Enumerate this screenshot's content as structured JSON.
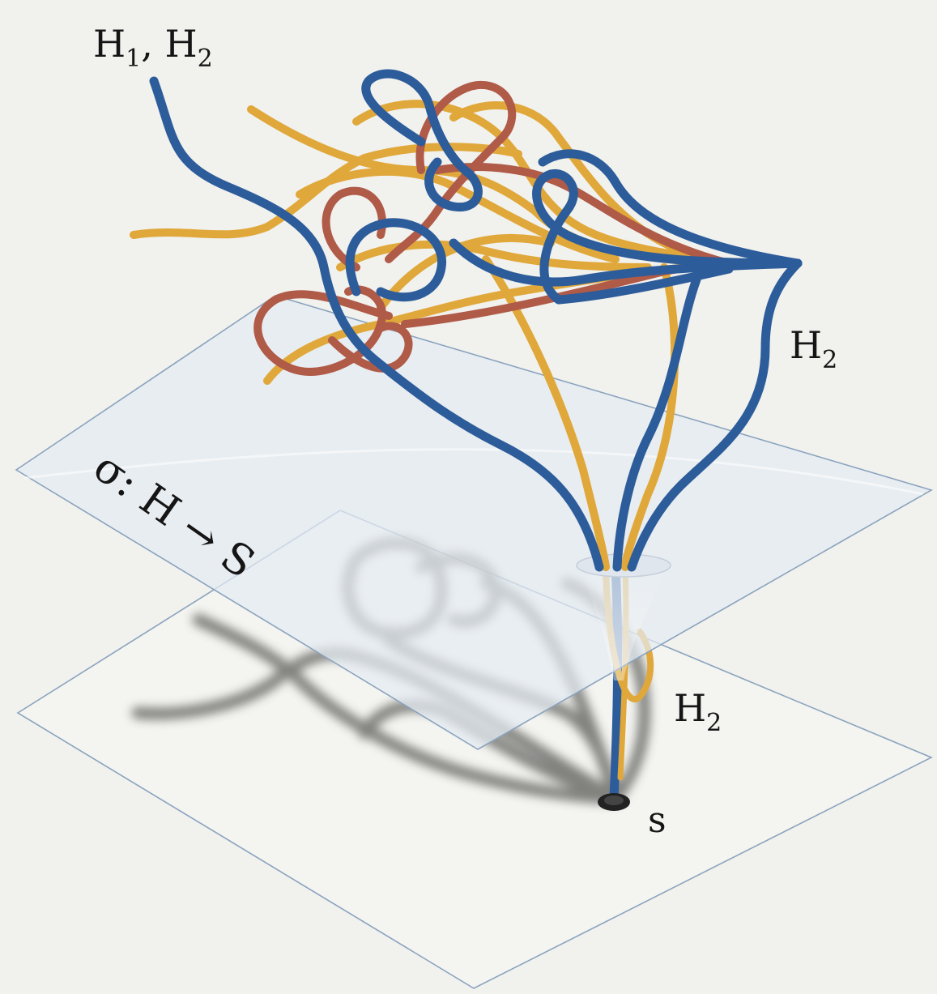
{
  "labels": {
    "top_left_main": "H",
    "top_left_sub1": "1",
    "top_left_sep": ", H",
    "top_left_sub2": "2",
    "right_upper_main": "H",
    "right_upper_sub": "2",
    "right_lower_main": "H",
    "right_lower_sub": "2",
    "map_label": "σ: H → S",
    "point_label": "s"
  },
  "colors": {
    "background": "#f1f1ee",
    "blue_strand": "#2d5c9a",
    "orange_strand": "#e0a83a",
    "red_strand": "#b05a48",
    "shadow": "#6d6d6a",
    "plane_edge": "#8aa3bd",
    "upper_plane_fill": "#e4ebf2"
  }
}
